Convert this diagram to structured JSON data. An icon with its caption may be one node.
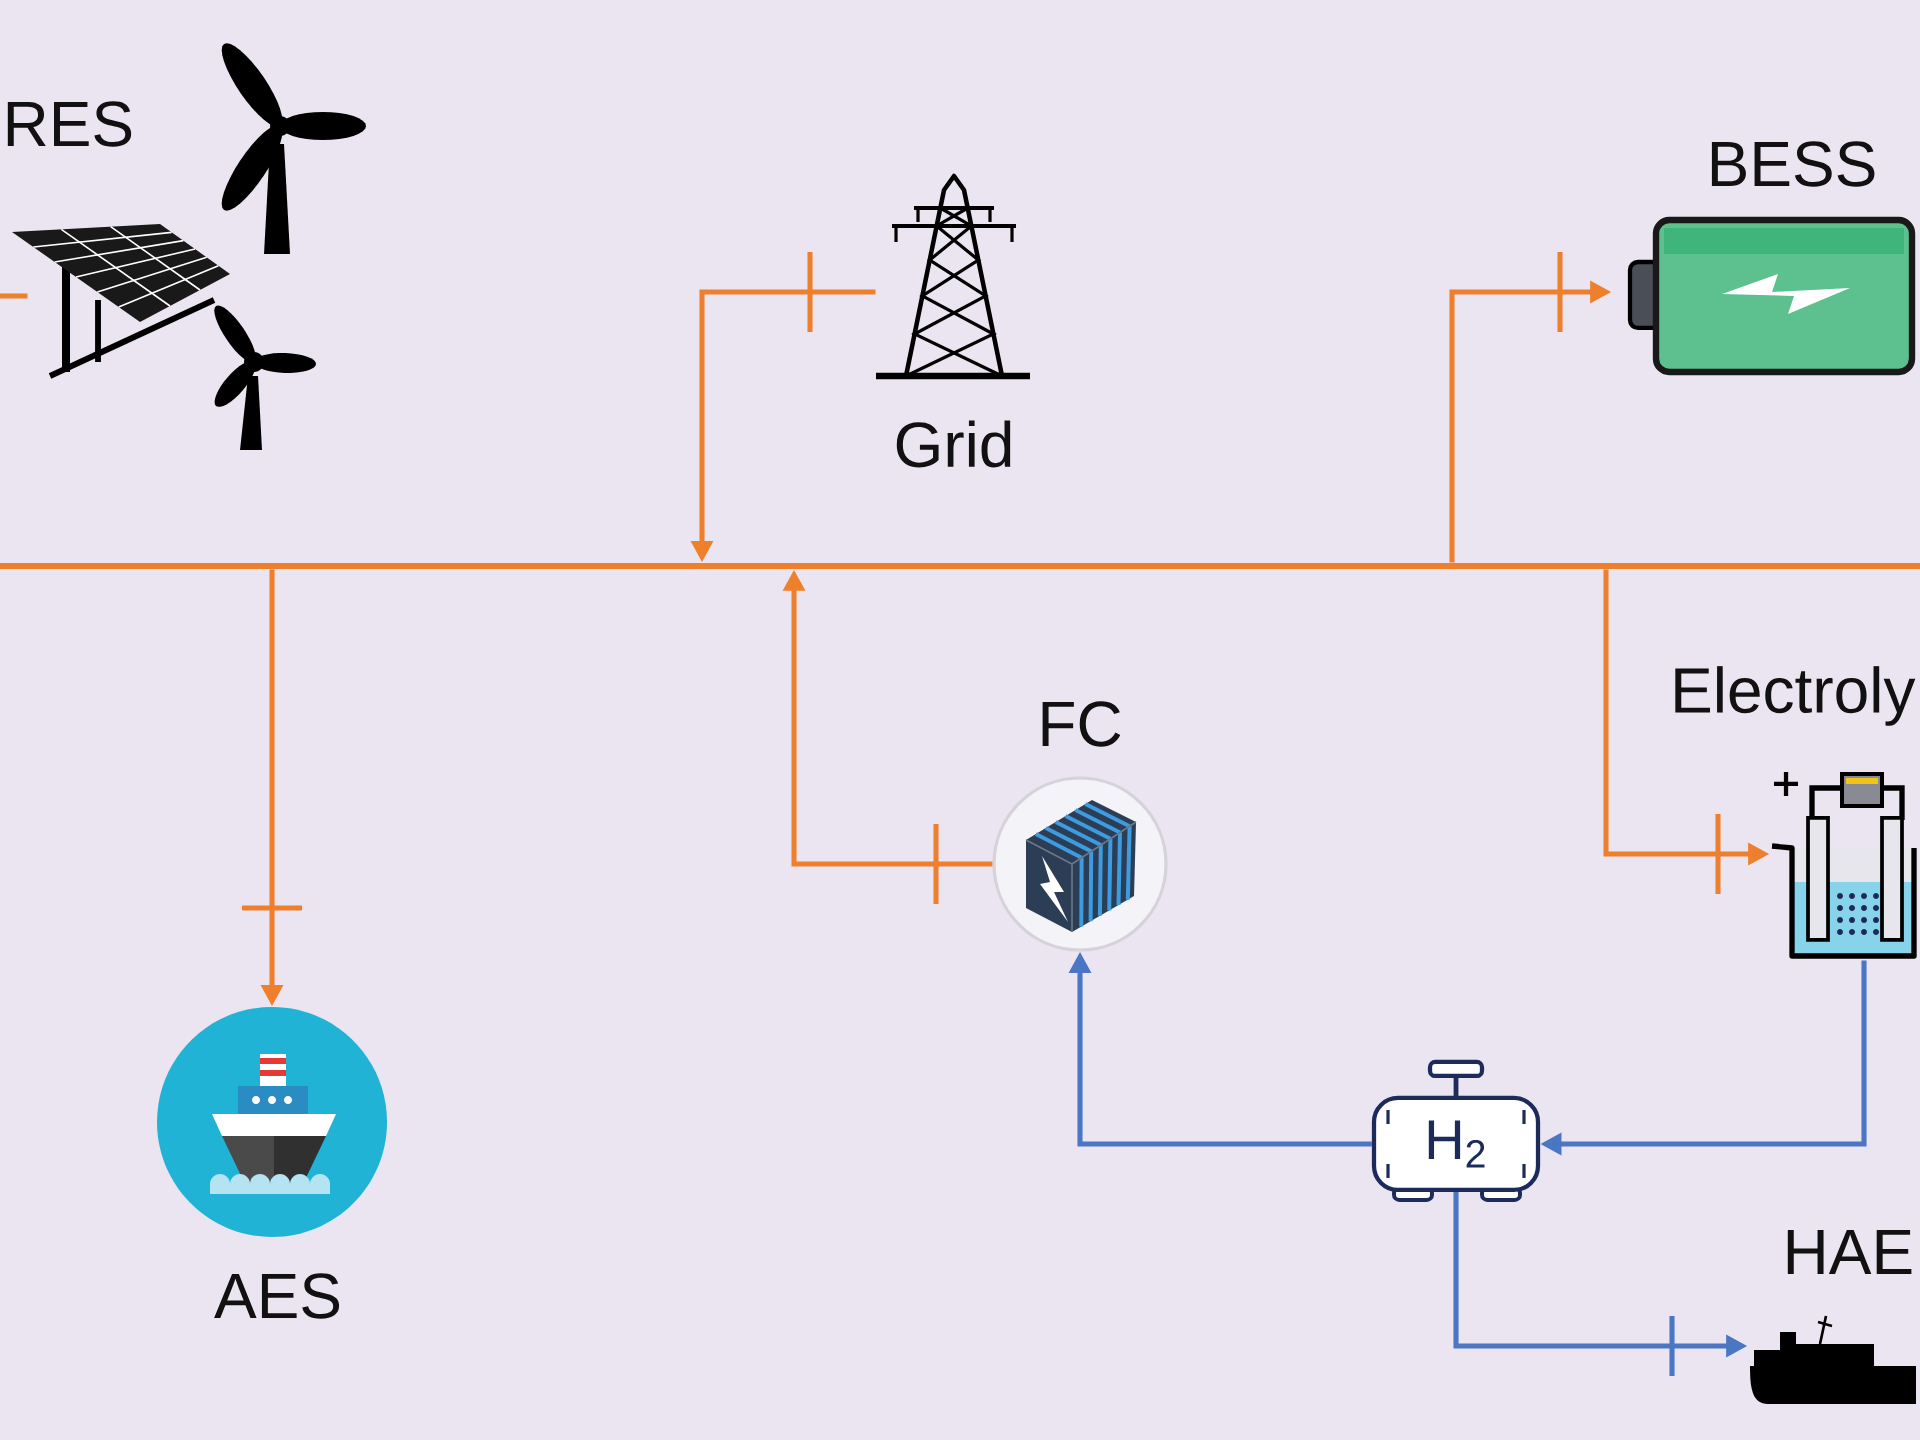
{
  "diagram": {
    "nodes": [
      {
        "text": [
          "RES"
        ]
      },
      {
        "text": [
          "Grid"
        ]
      },
      {
        "text": [
          "BESS"
        ]
      },
      {
        "text": [],
        "shape": "bar"
      },
      {
        "text": [
          "FC"
        ]
      },
      {
        "text": [
          "Electroly"
        ]
      },
      {
        "text": [
          "AES"
        ]
      },
      {
        "text": [
          "H$_{2}$"
        ]
      },
      {
        "text": [
          "HAE"
        ]
      }
    ],
    "edges": [
      {
        "from": 0,
        "to": null,
        "arrow": "none"
      },
      {
        "from": 1,
        "to": 3,
        "arrow": "to"
      },
      {
        "from": 3,
        "to": 2,
        "arrow": "to"
      },
      {
        "from": 3,
        "to": 6,
        "arrow": "to"
      },
      {
        "from": 4,
        "to": 3,
        "arrow": "to"
      },
      {
        "from": 3,
        "to": 5,
        "arrow": "to"
      },
      {
        "from": 5,
        "to": 7,
        "arrow": "to",
        "color": "#4a76c4"
      },
      {
        "from": 7,
        "to": 4,
        "arrow": "to",
        "color": "#4a76c4"
      },
      {
        "from": 7,
        "to": 8,
        "arrow": "to",
        "color": "#4a76c4"
      }
    ]
  }
}
